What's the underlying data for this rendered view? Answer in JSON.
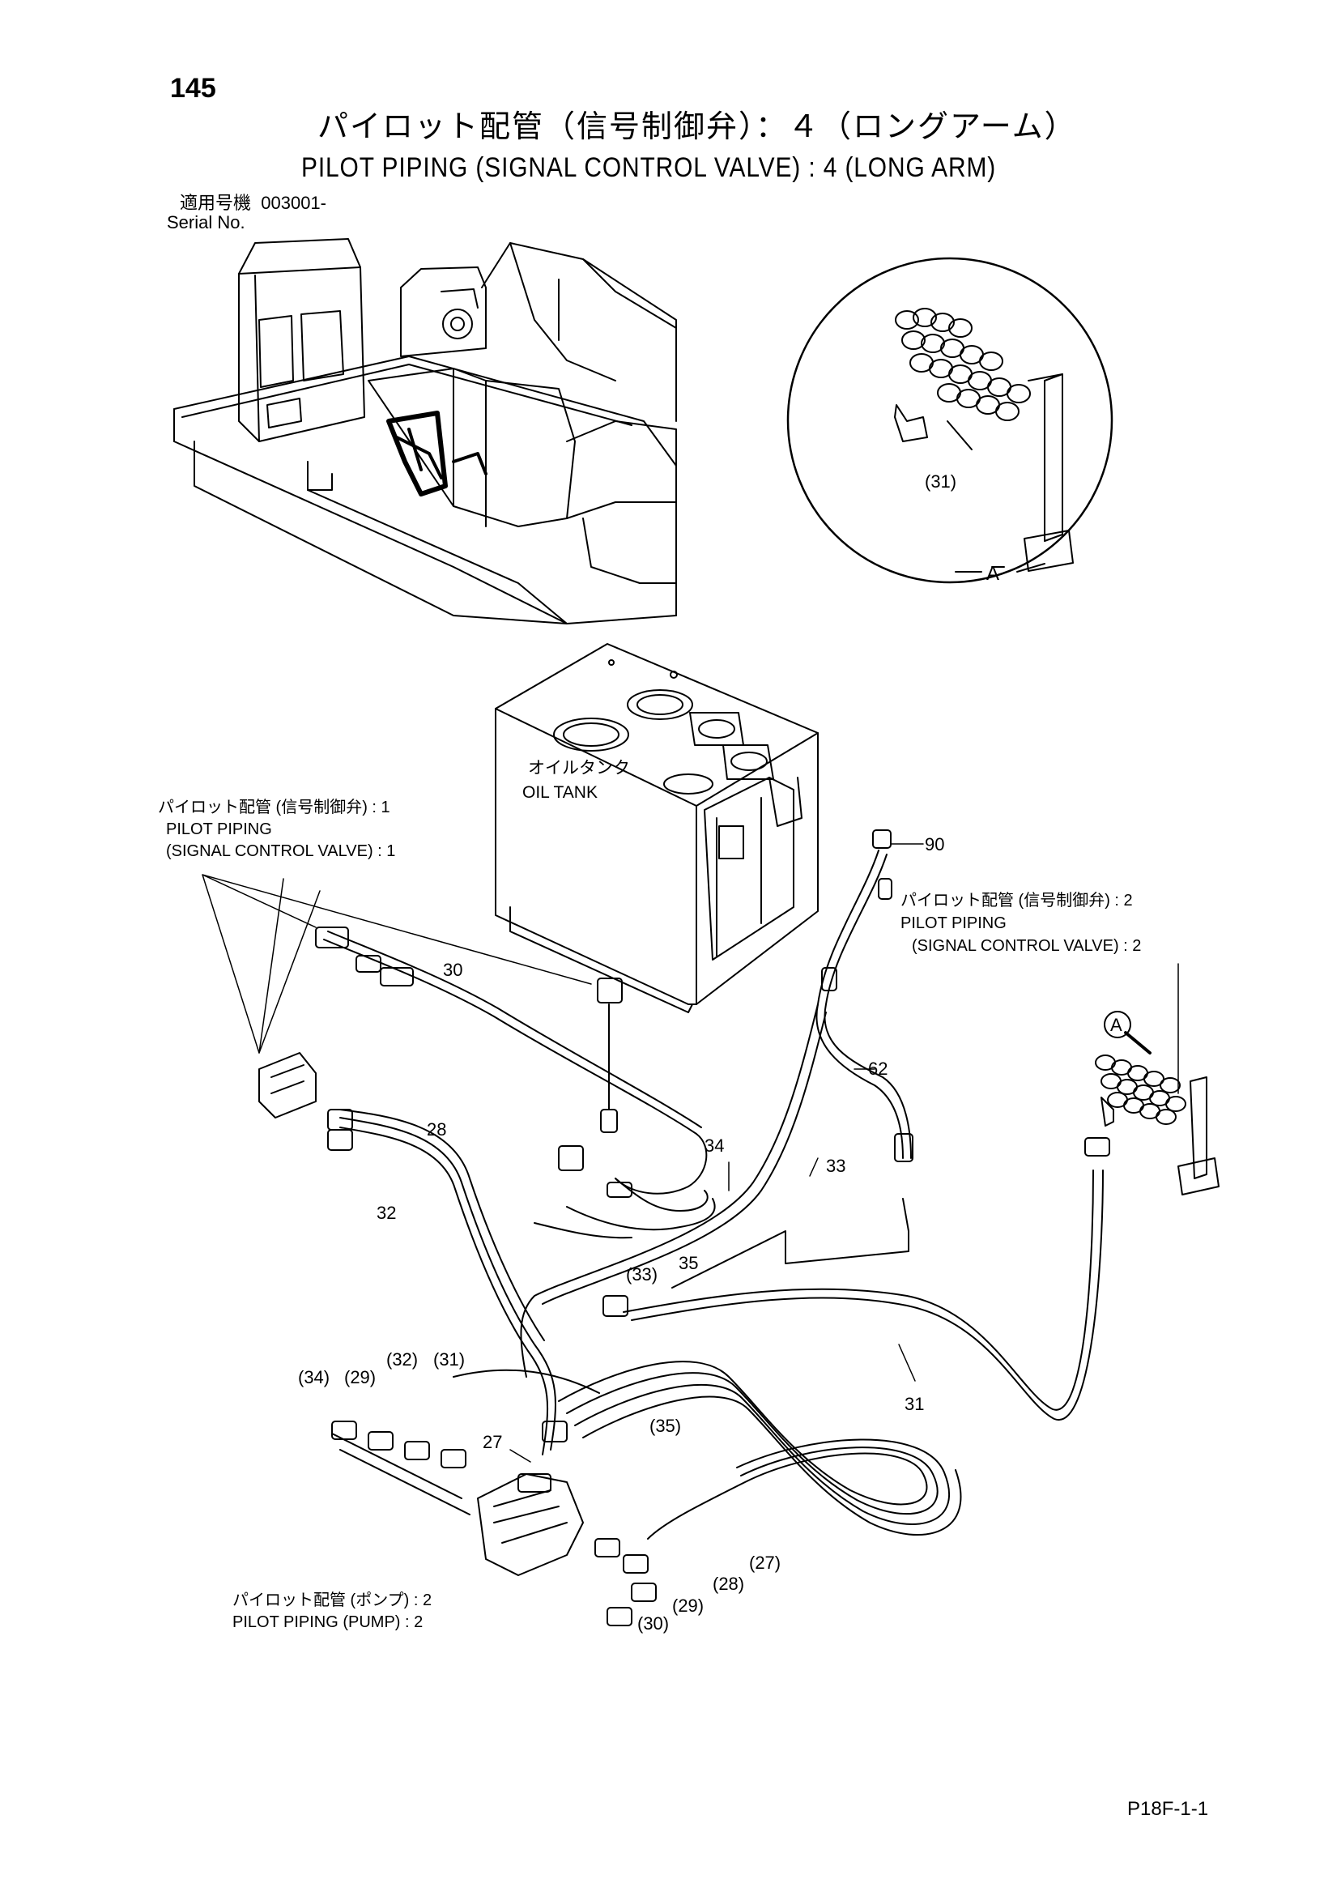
{
  "page_number": "145",
  "title_jp": "パイロット配管（信号制御弁）：４（ロングアーム）",
  "title_en": "PILOT PIPING (SIGNAL CONTROL VALVE) : 4 (LONG ARM)",
  "serial": {
    "label_jp": "適用号機",
    "value": "003001-",
    "label_en": "Serial No."
  },
  "detail_view": {
    "callout": "(31)",
    "label": "A"
  },
  "oil_tank": {
    "jp": "オイルタンク",
    "en": "OIL TANK"
  },
  "ref_signal_1": {
    "jp": "パイロット配管 (信号制御弁) : 1",
    "en1": "PILOT PIPING",
    "en2": "(SIGNAL CONTROL VALVE) : 1"
  },
  "ref_signal_2": {
    "jp": "パイロット配管 (信号制御弁) : 2",
    "en1": "PILOT PIPING",
    "en2": "(SIGNAL CONTROL VALVE) : 2"
  },
  "ref_pump_2": {
    "jp": "パイロット配管 (ポンプ) : 2",
    "en": "PILOT PIPING (PUMP) : 2"
  },
  "view_marker": "A",
  "callouts": {
    "c90": "90",
    "c30": "30",
    "c62": "62",
    "c28": "28",
    "c34": "34",
    "c33": "33",
    "c32": "32",
    "c35": "35",
    "c33p": "(33)",
    "c31": "31",
    "c34p": "(34)",
    "c29p": "(29)",
    "c32p": "(32)",
    "c31p": "(31)",
    "c35p": "(35)",
    "c27": "27",
    "c27p": "(27)",
    "c28p": "(28)",
    "c29p_b": "(29)",
    "c30p": "(30)"
  },
  "page_code": "P18F-1-1"
}
